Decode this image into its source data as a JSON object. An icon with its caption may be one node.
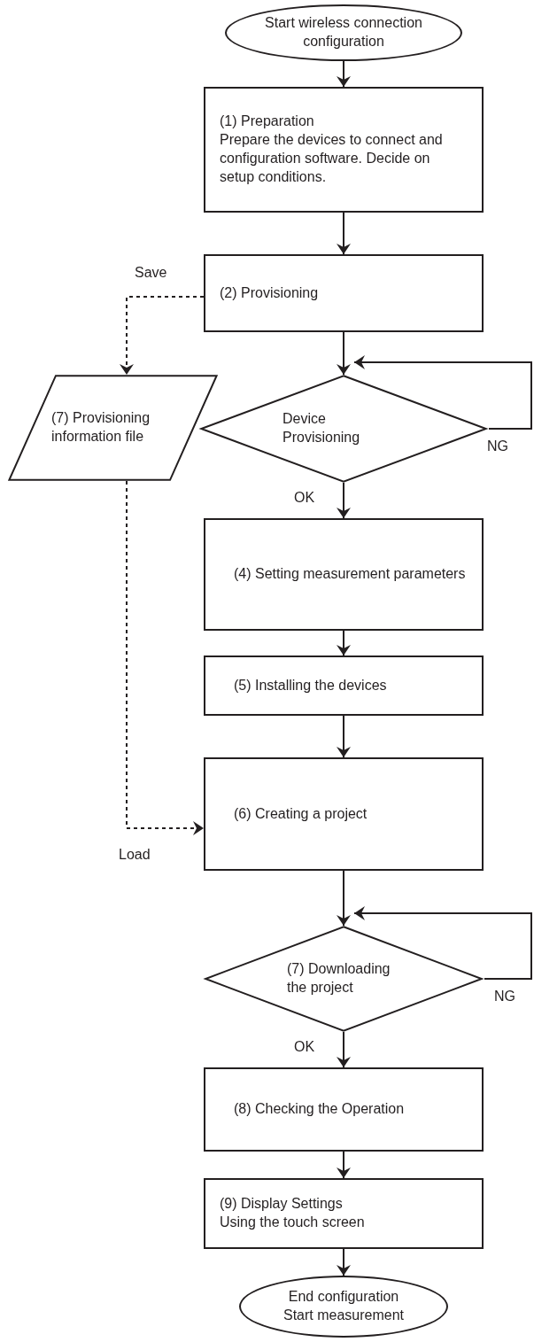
{
  "diagram": {
    "nodes": [
      {
        "text": [
          "Start wireless connection configuration"
        ]
      },
      {
        "text": [
          "(1) Preparation",
          "Prepare the devices to connect and configuration software. Decide on setup conditions."
        ]
      },
      {
        "text": [
          "(2) Provisioning"
        ]
      },
      {
        "text": [
          "(7) Provisioning information file"
        ]
      },
      {
        "text": [
          "Device Provisioning"
        ]
      },
      {
        "text": [
          "(4) Setting measurement parameters"
        ]
      },
      {
        "text": [
          "(5) Installing the devices"
        ]
      },
      {
        "text": [
          "(6) Creating a project"
        ]
      },
      {
        "text": [
          "(7) Downloading the project"
        ]
      },
      {
        "text": [
          "(8) Checking the Operation"
        ]
      },
      {
        "text": [
          "(9) Display Settings",
          "Using the touch screen"
        ]
      },
      {
        "text": [
          "End configuration",
          "Start measurement"
        ]
      }
    ],
    "edges": [
      {
        "from": 0,
        "to": 1,
        "arrow": "to"
      },
      {
        "from": 1,
        "to": 2,
        "arrow": "to"
      },
      {
        "from": 2,
        "to": 4,
        "arrow": "to"
      },
      {
        "from": 2,
        "to": 3,
        "arrow": "to",
        "label": "Save",
        "style": "dashed"
      },
      {
        "from": 4,
        "to": 5,
        "arrow": "to",
        "label": "OK"
      },
      {
        "from": 4,
        "to": 4,
        "arrow": "to",
        "label": "NG"
      },
      {
        "from": 5,
        "to": 6,
        "arrow": "to"
      },
      {
        "from": 6,
        "to": 7,
        "arrow": "to"
      },
      {
        "from": 3,
        "to": 7,
        "arrow": "to",
        "label": "Load",
        "style": "dashed"
      },
      {
        "from": 7,
        "to": 8,
        "arrow": "to"
      },
      {
        "from": 8,
        "to": 9,
        "arrow": "to",
        "label": "OK"
      },
      {
        "from": 8,
        "to": 8,
        "arrow": "to",
        "label": "NG"
      },
      {
        "from": 9,
        "to": 10,
        "arrow": "to"
      },
      {
        "from": 10,
        "to": 11,
        "arrow": "to"
      }
    ]
  }
}
